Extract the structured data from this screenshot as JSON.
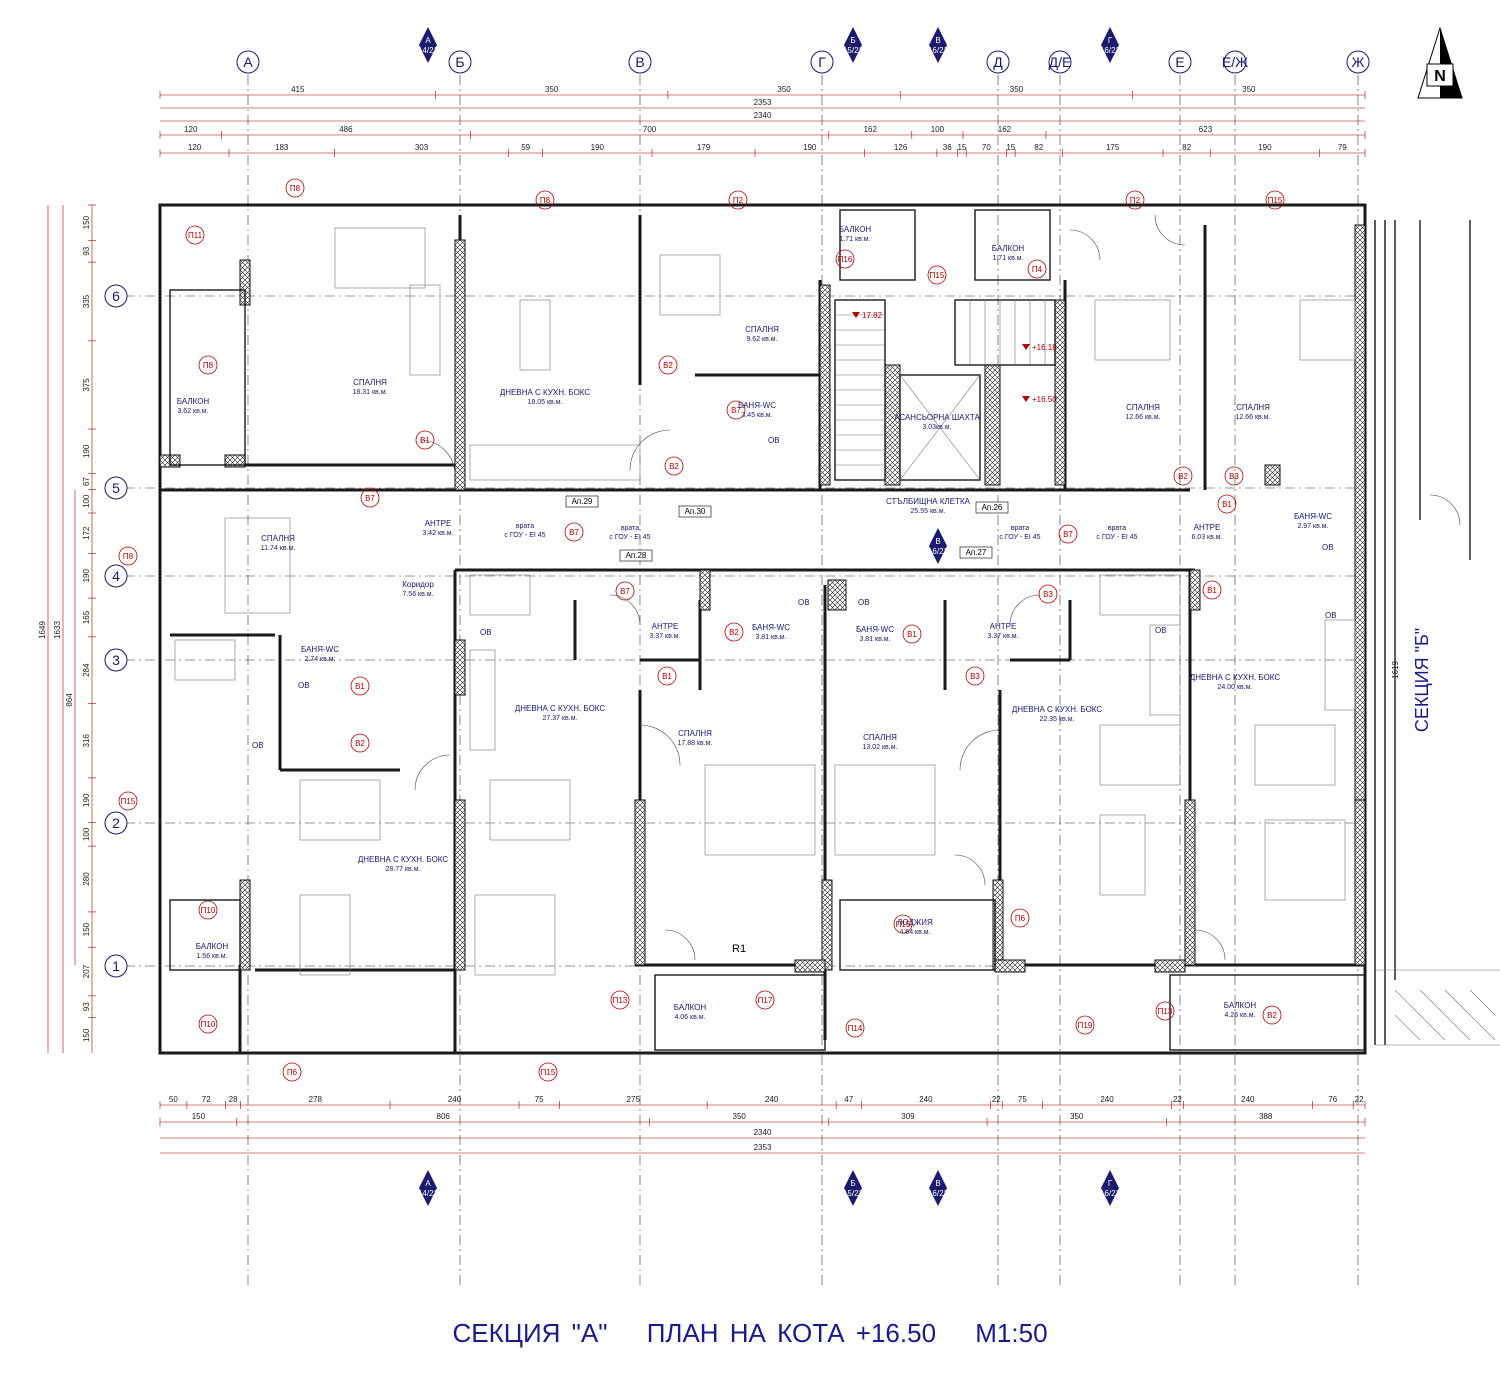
{
  "title": {
    "section": "СЕКЦИЯ \"А\"",
    "plan": "ПЛАН НА КОТА +16.50",
    "scale": "М1:50"
  },
  "section_label": "СЕКЦИЯ \"Б\"",
  "north_label": "N",
  "axes_columns": [
    "А",
    "Б",
    "В",
    "Г",
    "Д",
    "Д/Е",
    "Е",
    "Е/Ж",
    "Ж"
  ],
  "axes_rows": [
    "6",
    "5",
    "4",
    "3",
    "2",
    "1"
  ],
  "dims_top_1": [
    "415",
    "350",
    "350",
    "350",
    "350"
  ],
  "dims_top_total_1": "2353",
  "dims_top_total_2": "2340",
  "dims_top_2": [
    "120",
    "486",
    "700",
    "162",
    "100",
    "162",
    "623"
  ],
  "dims_top_3": [
    "120",
    "183",
    "303",
    "59",
    "190",
    "179",
    "190",
    "126",
    "36",
    "15",
    "70",
    "15",
    "82",
    "175",
    "82",
    "190",
    "79"
  ],
  "dims_bottom_1": [
    "50",
    "72",
    "28",
    "278",
    "240",
    "75",
    "275",
    "240",
    "47",
    "240",
    "22",
    "75",
    "240",
    "22",
    "240",
    "76",
    "22"
  ],
  "dims_bottom_2": [
    "150",
    "806",
    "350",
    "309",
    "350",
    "388"
  ],
  "dims_bottom_total_1": "2340",
  "dims_bottom_total_2": "2353",
  "dims_left": [
    "150",
    "93",
    "335",
    "375",
    "190",
    "67",
    "100",
    "172",
    "190",
    "165",
    "284",
    "316",
    "190",
    "100",
    "280",
    "150",
    "207",
    "93",
    "150"
  ],
  "dims_left_total": [
    "1649",
    "1633",
    "864"
  ],
  "rooms": [
    {
      "name": "СПАЛНЯ",
      "area": "18.31 кв.м."
    },
    {
      "name": "ДНЕВНА С КУХН. БОКС",
      "area": "18.05 кв.м."
    },
    {
      "name": "СПАЛНЯ",
      "area": "9.62 кв.м."
    },
    {
      "name": "БАНЯ-WC",
      "area": "3.45 кв.м."
    },
    {
      "name": "АСАНСЬОРНА ШАХТА",
      "area": "3.03кв.м."
    },
    {
      "name": "СПАЛНЯ",
      "area": "12.66 кв.м."
    },
    {
      "name": "СПАЛНЯ",
      "area": "12.66 кв.м."
    },
    {
      "name": "БАЛКОН",
      "area": "3.62 кв.м."
    },
    {
      "name": "СПАЛНЯ",
      "area": "11.74 кв.м."
    },
    {
      "name": "АНТРЕ",
      "area": "3.42 кв.м."
    },
    {
      "name": "Коридор",
      "area": "7.56 кв.м."
    },
    {
      "name": "СТЪЛБИЩНА КЛЕТКА",
      "area": "25.55 кв.м."
    },
    {
      "name": "АНТРЕ",
      "area": "6.03 кв.м."
    },
    {
      "name": "БАНЯ-WC",
      "area": "2.97 кв.м."
    },
    {
      "name": "БАНЯ-WC",
      "area": "2.74 кв.м."
    },
    {
      "name": "АНТРЕ",
      "area": "3.37 кв.м."
    },
    {
      "name": "БАНЯ-WC",
      "area": "3.81 кв.м."
    },
    {
      "name": "БАНЯ-WC",
      "area": "3.81 кв.м."
    },
    {
      "name": "АНТРЕ",
      "area": "3.37 кв.м."
    },
    {
      "name": "ДНЕВНА С КУХН. БОКС",
      "area": "24.00 кв.м."
    },
    {
      "name": "ДНЕВНА С КУХН. БОКС",
      "area": "27.37 кв.м."
    },
    {
      "name": "СПАЛНЯ",
      "area": "17.88 кв.м."
    },
    {
      "name": "СПАЛНЯ",
      "area": "13.02 кв.м."
    },
    {
      "name": "ДНЕВНА С КУХН. БОКС",
      "area": "22.35 кв.м."
    },
    {
      "name": "ДНЕВНА С КУХН. БОКС",
      "area": "28.77 кв.м."
    },
    {
      "name": "ЛОДЖИЯ",
      "area": "4.64 кв.м."
    },
    {
      "name": "БАЛКОН",
      "area": "1.56 кв.м."
    },
    {
      "name": "БАЛКОН",
      "area": "4.06 кв.м."
    },
    {
      "name": "БАЛКОН",
      "area": "4.26 кв.м."
    },
    {
      "name": "БАЛКОН",
      "area": "1.71 кв.м."
    },
    {
      "name": "БАЛКОН",
      "area": "1.71 кв.м."
    }
  ],
  "apartments": [
    "Ап.29",
    "Ап.30",
    "Ап.28",
    "Ап.26",
    "Ап.27"
  ],
  "door_notes": [
    "врата с ГОУ - EI 45",
    "врата с ГОУ - EI 45",
    "врата с ГОУ - EI 45",
    "врата с ГОУ - EI 45"
  ],
  "openings": [
    "П11",
    "П8",
    "П8",
    "П2",
    "П2",
    "П15",
    "П16",
    "П15",
    "П4",
    "П8",
    "П8",
    "П15",
    "П10",
    "П10",
    "П6",
    "П15",
    "П13",
    "П17",
    "П14",
    "П15",
    "П6",
    "П19",
    "П13",
    "В2",
    "В2",
    "В1",
    "В7",
    "В2",
    "В2",
    "В3",
    "В7",
    "В7",
    "В7",
    "В7",
    "В3",
    "В1",
    "В1",
    "В1",
    "В2",
    "В2",
    "В1",
    "В3",
    "В1"
  ],
  "levels": [
    "+16.18",
    "+16.50",
    "17.82"
  ],
  "section_marks": [
    {
      "letter": "А",
      "sheet": "14/21"
    },
    {
      "letter": "Б",
      "sheet": "15/21"
    },
    {
      "letter": "В",
      "sheet": "16/21"
    },
    {
      "letter": "Г",
      "sheet": "16/21"
    }
  ],
  "ov_label": "ОВ",
  "r1_label": "R1",
  "width_1619": "1619"
}
